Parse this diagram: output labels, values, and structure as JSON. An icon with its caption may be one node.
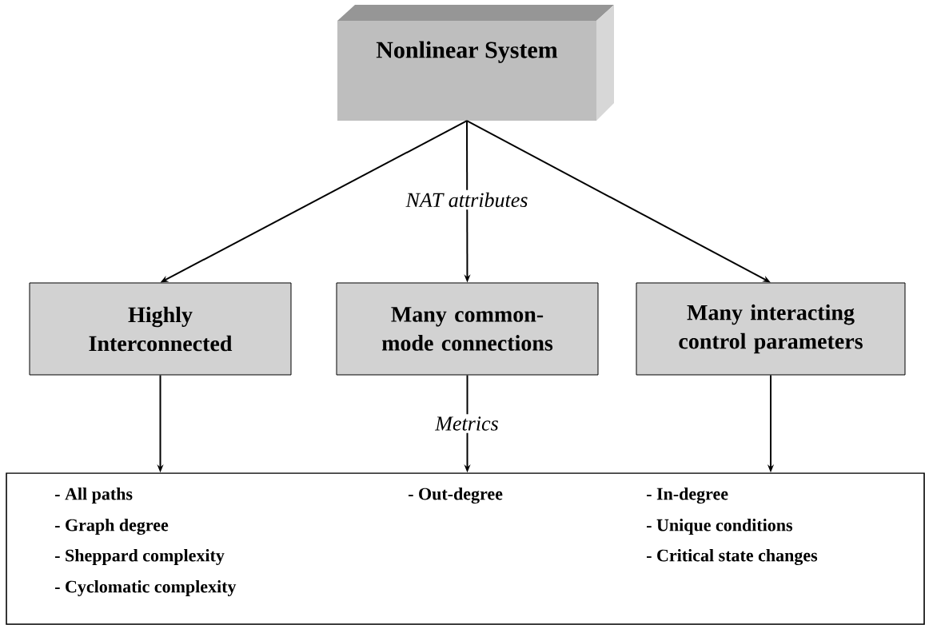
{
  "diagram": {
    "nodes": [
      {
        "text": [
          "Nonlinear System"
        ]
      },
      {
        "text": [
          "Highly Interconnected"
        ]
      },
      {
        "text": [
          "Many common-mode connections"
        ]
      },
      {
        "text": [
          "Many interacting control parameters"
        ]
      },
      {
        "text": [
          "- All paths",
          "- Graph degree",
          "- Sheppard complexity",
          "- Cyclomatic complexity",
          "- Out-degree",
          "- In-degree",
          "- Unique conditions",
          "- Critical state changes"
        ]
      }
    ],
    "edges": [
      {
        "from": 0,
        "to": 1,
        "arrow": "to"
      },
      {
        "from": 0,
        "to": 2,
        "arrow": "to",
        "label": "NAT attributes"
      },
      {
        "from": 0,
        "to": 3,
        "arrow": "to"
      },
      {
        "from": 1,
        "to": 4,
        "arrow": "to"
      },
      {
        "from": 2,
        "to": 4,
        "arrow": "to",
        "label": "Metrics"
      },
      {
        "from": 3,
        "to": 4,
        "arrow": "to"
      }
    ]
  }
}
